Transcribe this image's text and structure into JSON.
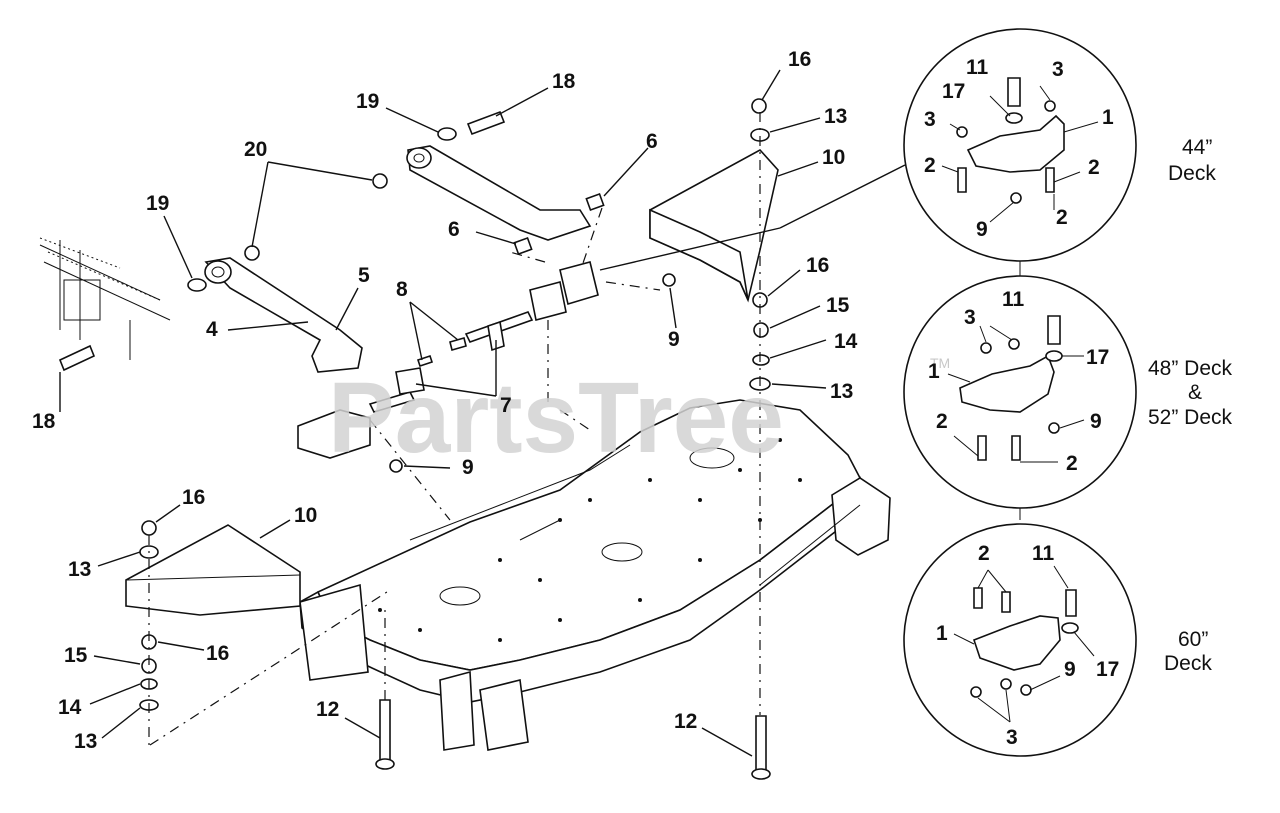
{
  "watermark": {
    "text": "PartsTree",
    "trademark": "TM"
  },
  "deck_labels": {
    "deck44": [
      "44”",
      "Deck"
    ],
    "deck48_52": [
      "48” Deck",
      "&",
      "52” Deck"
    ],
    "deck60": [
      "60”",
      "Deck"
    ]
  },
  "callouts": {
    "main": {
      "c16a": "16",
      "c13a": "13",
      "c10a": "10",
      "c6a": "6",
      "c6b": "6",
      "c18a": "18",
      "c19a": "19",
      "c20": "20",
      "c19b": "19",
      "c5": "5",
      "c4": "4",
      "c8": "8",
      "c9a": "9",
      "c16b": "16",
      "c15a": "15",
      "c14a": "14",
      "c13b": "13",
      "c7": "7",
      "c18b": "18",
      "c9b": "9",
      "c16c": "16",
      "c10b": "10",
      "c13c": "13",
      "c15b": "15",
      "c16d": "16",
      "c14b": "14",
      "c13d": "13",
      "c12a": "12",
      "c12b": "12"
    },
    "deck44": {
      "c11": "11",
      "c3a": "3",
      "c17": "17",
      "c3b": "3",
      "c1": "1",
      "c2a": "2",
      "c2b": "2",
      "c2c": "2",
      "c9": "9"
    },
    "deck48_52": {
      "c11": "11",
      "c3": "3",
      "c17": "17",
      "c1": "1",
      "c9": "9",
      "c2a": "2",
      "c2b": "2"
    },
    "deck60": {
      "c2": "2",
      "c11": "11",
      "c1": "1",
      "c9": "9",
      "c17": "17",
      "c3": "3"
    }
  }
}
